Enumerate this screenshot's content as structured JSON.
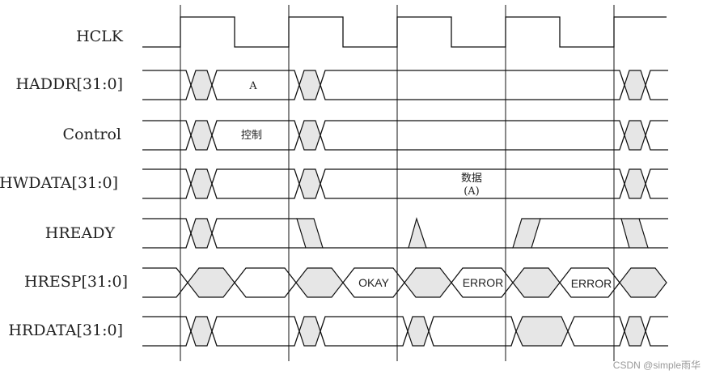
{
  "signals": [
    {
      "name": "HCLK"
    },
    {
      "name": "HADDR[31:0]",
      "labels": [
        {
          "text": "A"
        }
      ]
    },
    {
      "name": "Control",
      "labels": [
        {
          "text": "控制"
        }
      ]
    },
    {
      "name": "HWDATA[31:0]",
      "labels": [
        {
          "text": "数据"
        },
        {
          "text": "(A)"
        }
      ]
    },
    {
      "name": "HREADY"
    },
    {
      "name": "HRESP[31:0]",
      "labels": [
        {
          "text": "OKAY"
        },
        {
          "text": "ERROR"
        },
        {
          "text": "ERROR"
        }
      ]
    },
    {
      "name": "HRDATA[31:0]"
    }
  ],
  "watermark": "CSDN @simple雨华"
}
